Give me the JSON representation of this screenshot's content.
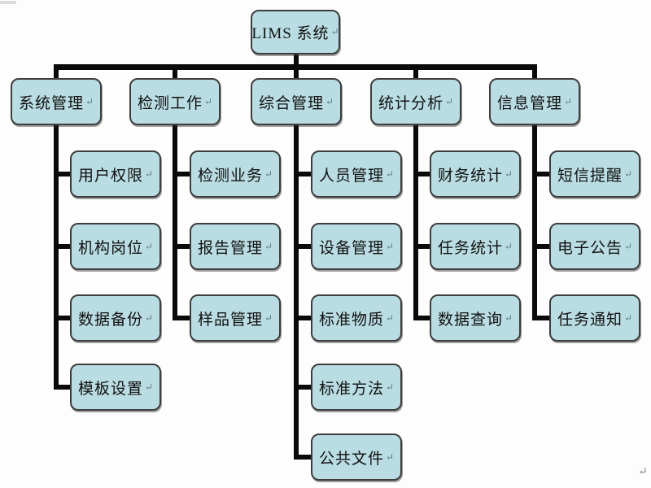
{
  "diagram": {
    "return_mark": "↵",
    "root": {
      "label": "LIMS 系统"
    },
    "branches": [
      {
        "label": "系统管理",
        "children": [
          "用户权限",
          "机构岗位",
          "数据备份",
          "模板设置"
        ]
      },
      {
        "label": "检测工作",
        "children": [
          "检测业务",
          "报告管理",
          "样品管理"
        ]
      },
      {
        "label": "综合管理",
        "children": [
          "人员管理",
          "设备管理",
          "标准物质",
          "标准方法",
          "公共文件"
        ]
      },
      {
        "label": "统计分析",
        "children": [
          "财务统计",
          "任务统计",
          "数据查询"
        ]
      },
      {
        "label": "信息管理",
        "children": [
          "短信提醒",
          "电子公告",
          "任务通知"
        ]
      }
    ],
    "colors": {
      "box_fill": "#b9dde2",
      "box_border": "#3d3d3d",
      "line": "#0a0a0a",
      "background": "#fdfdfd",
      "text": "#111111"
    }
  }
}
